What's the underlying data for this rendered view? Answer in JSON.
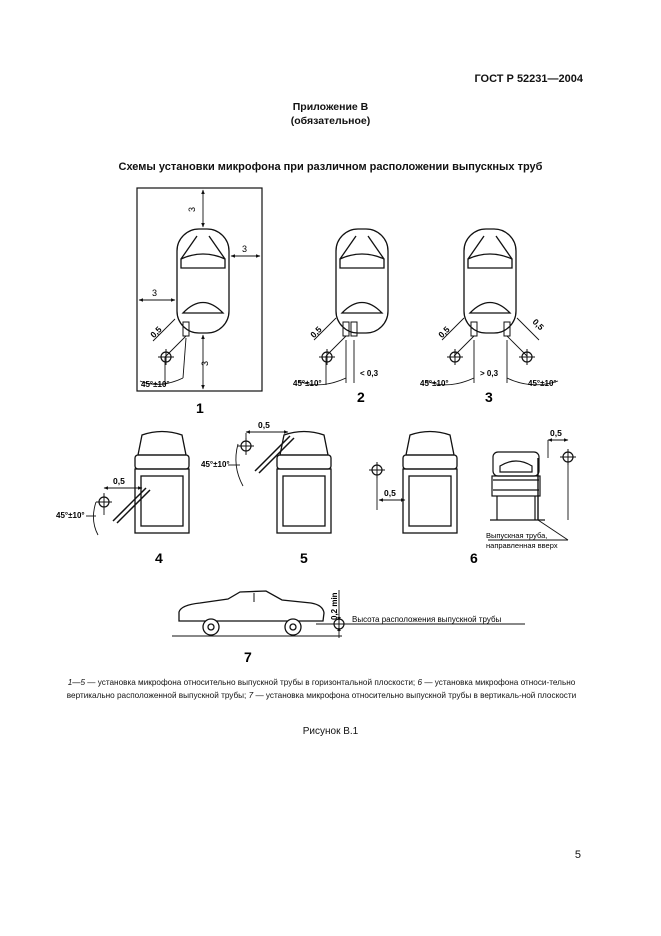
{
  "header": {
    "standard": "ГОСТ Р 52231—2004"
  },
  "appendix": {
    "name": "Приложение В",
    "status": "(обязательное)"
  },
  "title": "Схемы установки микрофона при различном расположении выпускных труб",
  "diagram": {
    "d1": {
      "dim_top": "3",
      "dim_right": "3",
      "dim_left": "3",
      "dim_bottom": "3",
      "dim_diag": "0,5",
      "angle": "45°±10°",
      "number": "1"
    },
    "d2": {
      "dim_diag": "0,5",
      "angle": "45°±10°",
      "gap": "< 0,3",
      "number": "2"
    },
    "d3": {
      "dim_diag_left": "0,5",
      "dim_diag_right": "0,5",
      "angle_left": "45°±10°",
      "angle_right": "45°±10°",
      "gap": "> 0,3",
      "number": "3"
    },
    "d4": {
      "dim": "0,5",
      "angle": "45°±10°",
      "number": "4"
    },
    "d5": {
      "dim": "0,5",
      "angle": "45°±10°",
      "number": "5"
    },
    "d6": {
      "dim": "0,5",
      "number": "6"
    },
    "d6b": {
      "dim": "0,5",
      "note_line1": "Выпускная труба,",
      "note_line2": "направленная вверх"
    },
    "d7": {
      "dim": "0,2 min",
      "note": "Высота расположения выпускной трубы",
      "number": "7"
    }
  },
  "caption": {
    "r1": "1—5",
    "t1": " — установка микрофона относительно выпускной трубы в горизонтальной плоскости; ",
    "r2": "6",
    "t2": " — установка микрофона относи-тельно вертикально расположенной выпускной трубы; ",
    "r3": "7",
    "t3": " — установка микрофона относительно выпускной трубы в вертикаль-ной плоскости"
  },
  "figure_label": "Рисунок В.1",
  "page_number": "5"
}
